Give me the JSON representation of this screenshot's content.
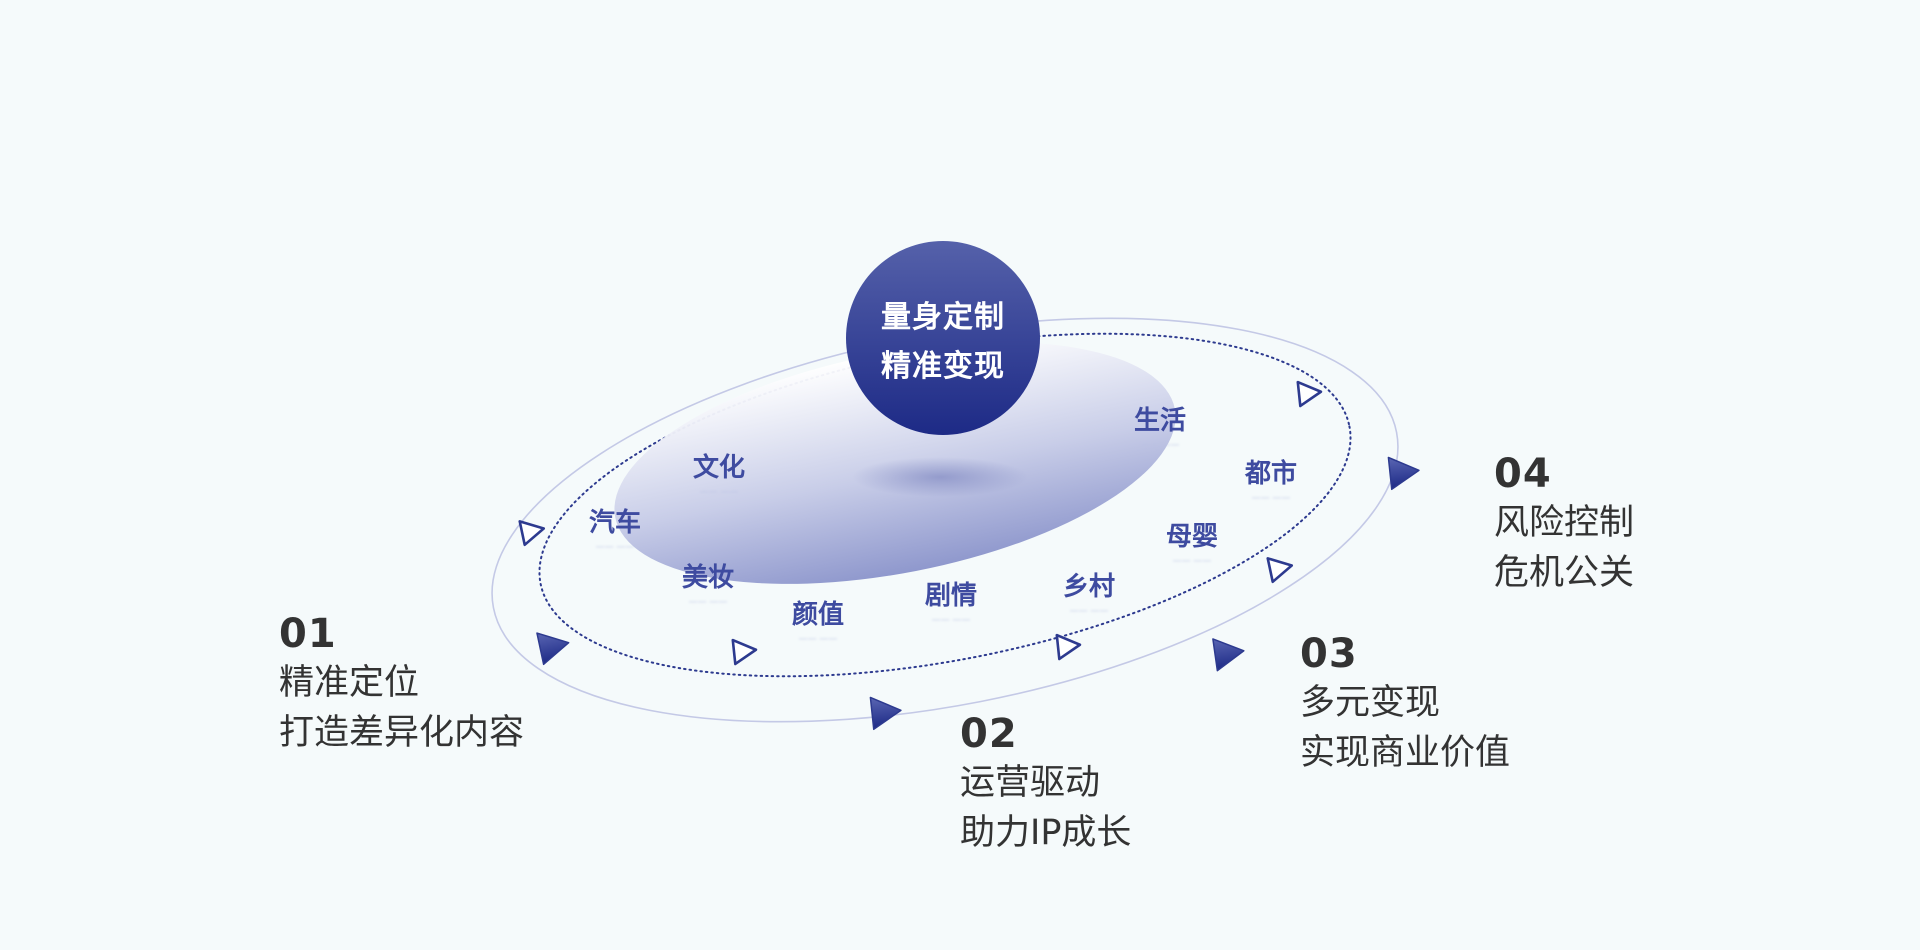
{
  "center": {
    "line1": "量身定制",
    "line2": "精准变现",
    "color_top": "#5561aa",
    "color_bottom": "#1d2a86"
  },
  "categories": [
    {
      "label": "文化",
      "sub": "—— ——"
    },
    {
      "label": "汽车",
      "sub": "—— ——"
    },
    {
      "label": "美妆",
      "sub": "—— ——"
    },
    {
      "label": "颜值",
      "sub": "—— ——"
    },
    {
      "label": "剧情",
      "sub": "—— ——"
    },
    {
      "label": "乡村",
      "sub": "—— ——"
    },
    {
      "label": "母婴",
      "sub": "—— ——"
    },
    {
      "label": "都市",
      "sub": "—— ——"
    },
    {
      "label": "生活",
      "sub": "—— ——"
    }
  ],
  "steps": [
    {
      "number": "01",
      "line1": "精准定位",
      "line2": "打造差异化内容"
    },
    {
      "number": "02",
      "line1": "运营驱动",
      "line2": "助力IP成长"
    },
    {
      "number": "03",
      "line1": "多元变现",
      "line2": "实现商业价值"
    },
    {
      "number": "04",
      "line1": "风险控制",
      "line2": "危机公关"
    }
  ],
  "colors": {
    "background": "#f5fafb",
    "accent": "#2d3a8f",
    "category_text": "#3e4ba0",
    "step_text": "#333333"
  },
  "icons": {
    "outline_arrow": "play-outline-icon",
    "solid_arrow": "play-solid-icon"
  }
}
